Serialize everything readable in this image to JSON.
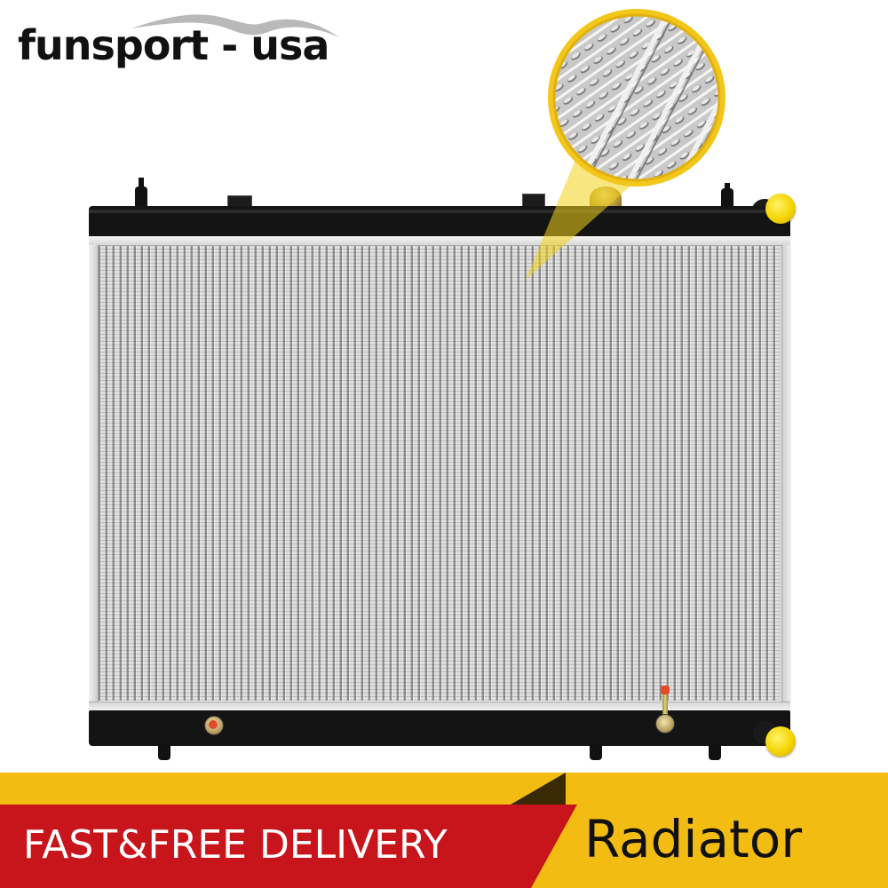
{
  "brand": {
    "logo_text": "funsport - usa"
  },
  "product": {
    "name": "Radiator"
  },
  "banner": {
    "delivery_text": "FAST&FREE DELIVERY"
  },
  "colors": {
    "banner_red": "#c8141b",
    "banner_yellow": "#f2bc13",
    "cap_yellow": "#f4d400",
    "tank_black": "#141414"
  },
  "icons": [
    "brand-swoosh-icon",
    "magnifier-callout-icon"
  ]
}
